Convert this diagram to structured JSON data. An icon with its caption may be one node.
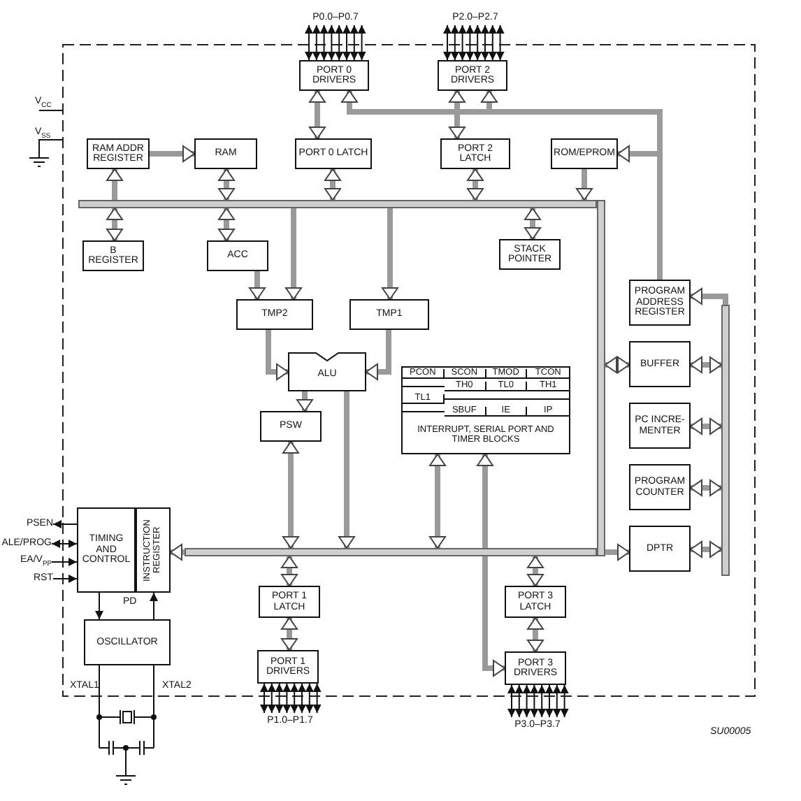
{
  "diagram": {
    "nodes": [
      {
        "text": [
          "P0.0–P0.7"
        ]
      },
      {
        "text": [
          "P2.0–P2.7"
        ]
      },
      {
        "text": [
          "PORT 0 DRIVERS"
        ]
      },
      {
        "text": [
          "PORT 2 DRIVERS"
        ]
      },
      {
        "text": [
          "RAM ADDR REGISTER"
        ]
      },
      {
        "text": [
          "RAM"
        ]
      },
      {
        "text": [
          "PORT 0 LATCH"
        ]
      },
      {
        "text": [
          "PORT 2 LATCH"
        ]
      },
      {
        "text": [
          "ROM/EPROM"
        ]
      },
      {
        "text": [],
        "shape": "bar"
      },
      {
        "text": [
          "B REGISTER"
        ]
      },
      {
        "text": [
          "ACC"
        ]
      },
      {
        "text": [
          "STACK POINTER"
        ]
      },
      {
        "text": [
          "PROGRAM ADDRESS REGISTER"
        ]
      },
      {
        "text": [
          "TMP2"
        ]
      },
      {
        "text": [
          "TMP1"
        ]
      },
      {
        "text": [
          "BUFFER"
        ]
      },
      {
        "text": [
          "ALU"
        ]
      },
      {
        "text": [
          "PCON",
          "SCON",
          "TMOD",
          "TCON",
          "TH0",
          "TL0",
          "TH1",
          "TL1",
          "SBUF",
          "IE",
          "IP",
          "INTERRUPT, SERIAL PORT AND TIMER BLOCKS"
        ]
      },
      {
        "text": [
          "PSW"
        ]
      },
      {
        "text": [
          "PC INCRE- MENTER"
        ]
      },
      {
        "text": [
          "PROGRAM COUNTER"
        ]
      },
      {
        "text": [],
        "shape": "bar"
      },
      {
        "text": [],
        "shape": "bar"
      },
      {
        "text": [
          "PSEN"
        ]
      },
      {
        "text": [
          "ALE/PROG"
        ]
      },
      {
        "text": [
          "EA/V$_{PP}$"
        ]
      },
      {
        "text": [
          "RST"
        ]
      },
      {
        "text": [
          "TIMING AND CONTROL"
        ]
      },
      {
        "text": [
          "INSTRUCTION REGISTER"
        ]
      },
      {
        "text": [],
        "shape": "bar"
      },
      {
        "text": [
          "DPTR"
        ]
      },
      {
        "text": [
          "PORT 1 LATCH"
        ]
      },
      {
        "text": [
          "PORT 3 LATCH"
        ]
      },
      {
        "text": [
          "OSCILLATOR"
        ]
      },
      {
        "text": [
          "PORT 1 DRIVERS"
        ]
      },
      {
        "text": [
          "PORT 3 DRIVERS"
        ]
      },
      {
        "text": [
          "P1.0–P1.7"
        ]
      },
      {
        "text": [
          "P3.0–P3.7"
        ]
      }
    ],
    "edges": [
      {
        "from": 2,
        "to": 6,
        "arrow": "both",
        "style": "thick",
        "color": "#9a9a9a"
      },
      {
        "from": 13,
        "to": 2,
        "arrow": "to",
        "style": "thick",
        "color": "#9a9a9a"
      },
      {
        "from": 13,
        "to": 3,
        "arrow": "to",
        "style": "thick",
        "color": "#9a9a9a"
      },
      {
        "from": 13,
        "to": 8,
        "arrow": "to",
        "style": "thick",
        "color": "#9a9a9a"
      },
      {
        "from": 3,
        "to": 7,
        "arrow": "both",
        "style": "thick",
        "color": "#9a9a9a"
      },
      {
        "from": 4,
        "to": 5,
        "arrow": "to",
        "style": "thick",
        "color": "#9a9a9a"
      },
      {
        "from": 9,
        "to": 4,
        "arrow": "to",
        "style": "thick",
        "color": "#9a9a9a"
      },
      {
        "from": 5,
        "to": 9,
        "arrow": "both",
        "style": "thick",
        "color": "#9a9a9a"
      },
      {
        "from": 6,
        "to": 9,
        "arrow": "both",
        "style": "thick",
        "color": "#9a9a9a"
      },
      {
        "from": 7,
        "to": 9,
        "arrow": "both",
        "style": "thick",
        "color": "#9a9a9a"
      },
      {
        "from": 8,
        "to": 9,
        "arrow": "to",
        "style": "thick",
        "color": "#9a9a9a"
      },
      {
        "from": 9,
        "to": 10,
        "arrow": "both",
        "style": "thick",
        "color": "#9a9a9a"
      },
      {
        "from": 9,
        "to": 11,
        "arrow": "both",
        "style": "thick",
        "color": "#9a9a9a"
      },
      {
        "from": 9,
        "to": 12,
        "arrow": "both",
        "style": "thick",
        "color": "#9a9a9a"
      },
      {
        "from": 11,
        "to": 14,
        "arrow": "to",
        "style": "thick",
        "color": "#9a9a9a"
      },
      {
        "from": 9,
        "to": 14,
        "arrow": "to",
        "style": "thick",
        "color": "#9a9a9a"
      },
      {
        "from": 9,
        "to": 15,
        "arrow": "to",
        "style": "thick",
        "color": "#9a9a9a"
      },
      {
        "from": 14,
        "to": 17,
        "arrow": "to",
        "style": "thick",
        "color": "#9a9a9a"
      },
      {
        "from": 15,
        "to": 17,
        "arrow": "to",
        "style": "thick",
        "color": "#9a9a9a"
      },
      {
        "from": 17,
        "to": 19,
        "arrow": "to",
        "style": "thick",
        "color": "#9a9a9a"
      },
      {
        "from": 17,
        "to": 30,
        "arrow": "to",
        "style": "thick",
        "color": "#9a9a9a"
      },
      {
        "from": 19,
        "to": 30,
        "arrow": "both",
        "style": "thick",
        "color": "#9a9a9a"
      },
      {
        "from": 18,
        "to": 30,
        "arrow": "both",
        "style": "thick",
        "color": "#9a9a9a"
      },
      {
        "from": 18,
        "to": 36,
        "arrow": "both",
        "style": "thick",
        "color": "#9a9a9a"
      },
      {
        "from": 30,
        "to": 32,
        "arrow": "both",
        "style": "thick",
        "color": "#9a9a9a"
      },
      {
        "from": 32,
        "to": 35,
        "arrow": "both",
        "style": "thick",
        "color": "#9a9a9a"
      },
      {
        "from": 30,
        "to": 33,
        "arrow": "both",
        "style": "thick",
        "color": "#9a9a9a"
      },
      {
        "from": 33,
        "to": 36,
        "arrow": "both",
        "style": "thick",
        "color": "#9a9a9a"
      },
      {
        "from": 22,
        "to": 31,
        "arrow": "to",
        "style": "thick",
        "color": "#9a9a9a"
      },
      {
        "from": 30,
        "to": 29,
        "arrow": "to",
        "style": "thick",
        "color": "#9a9a9a"
      },
      {
        "from": 22,
        "to": 16,
        "arrow": "both",
        "style": "thick",
        "color": "#9a9a9a"
      },
      {
        "from": 23,
        "to": 13,
        "arrow": "to",
        "style": "thick",
        "color": "#9a9a9a"
      },
      {
        "from": 16,
        "to": 23,
        "arrow": "both",
        "style": "thick",
        "color": "#9a9a9a"
      },
      {
        "from": 20,
        "to": 23,
        "arrow": "both",
        "style": "thick",
        "color": "#9a9a9a"
      },
      {
        "from": 21,
        "to": 23,
        "arrow": "both",
        "style": "thick",
        "color": "#9a9a9a"
      },
      {
        "from": 31,
        "to": 23,
        "arrow": "both",
        "style": "thick",
        "color": "#9a9a9a"
      },
      {
        "from": 28,
        "to": 24,
        "arrow": "to"
      },
      {
        "from": 28,
        "to": 25,
        "arrow": "both"
      },
      {
        "from": 26,
        "to": 28,
        "arrow": "to"
      },
      {
        "from": 27,
        "to": 28,
        "arrow": "to"
      },
      {
        "from": 28,
        "to": 34,
        "arrow": "to"
      },
      {
        "from": 34,
        "to": 29,
        "arrow": "to"
      },
      {
        "from": 2,
        "to": 0,
        "arrow": "both"
      },
      {
        "from": 2,
        "to": 0,
        "arrow": "both"
      },
      {
        "from": 2,
        "to": 0,
        "arrow": "both"
      },
      {
        "from": 2,
        "to": 0,
        "arrow": "both"
      },
      {
        "from": 2,
        "to": 0,
        "arrow": "both"
      },
      {
        "from": 2,
        "to": 0,
        "arrow": "both"
      },
      {
        "from": 2,
        "to": 0,
        "arrow": "both"
      },
      {
        "from": 2,
        "to": 0,
        "arrow": "both"
      },
      {
        "from": 3,
        "to": 1,
        "arrow": "both"
      },
      {
        "from": 3,
        "to": 1,
        "arrow": "both"
      },
      {
        "from": 3,
        "to": 1,
        "arrow": "both"
      },
      {
        "from": 3,
        "to": 1,
        "arrow": "both"
      },
      {
        "from": 3,
        "to": 1,
        "arrow": "both"
      },
      {
        "from": 3,
        "to": 1,
        "arrow": "both"
      },
      {
        "from": 3,
        "to": 1,
        "arrow": "both"
      },
      {
        "from": 3,
        "to": 1,
        "arrow": "both"
      },
      {
        "from": 35,
        "to": 37,
        "arrow": "both"
      },
      {
        "from": 35,
        "to": 37,
        "arrow": "both"
      },
      {
        "from": 35,
        "to": 37,
        "arrow": "both"
      },
      {
        "from": 35,
        "to": 37,
        "arrow": "both"
      },
      {
        "from": 35,
        "to": 37,
        "arrow": "both"
      },
      {
        "from": 35,
        "to": 37,
        "arrow": "both"
      },
      {
        "from": 35,
        "to": 37,
        "arrow": "both"
      },
      {
        "from": 35,
        "to": 37,
        "arrow": "both"
      },
      {
        "from": 36,
        "to": 38,
        "arrow": "both"
      },
      {
        "from": 36,
        "to": 38,
        "arrow": "both"
      },
      {
        "from": 36,
        "to": 38,
        "arrow": "both"
      },
      {
        "from": 36,
        "to": 38,
        "arrow": "both"
      },
      {
        "from": 36,
        "to": 38,
        "arrow": "both"
      },
      {
        "from": 36,
        "to": 38,
        "arrow": "both"
      },
      {
        "from": 36,
        "to": 38,
        "arrow": "both"
      },
      {
        "from": 36,
        "to": 38,
        "arrow": "both"
      }
    ],
    "labels": [
      "V$_{CC}$",
      "V$_{SS}$",
      "PD",
      "XTAL1",
      "XTAL2",
      "SU00005"
    ]
  }
}
